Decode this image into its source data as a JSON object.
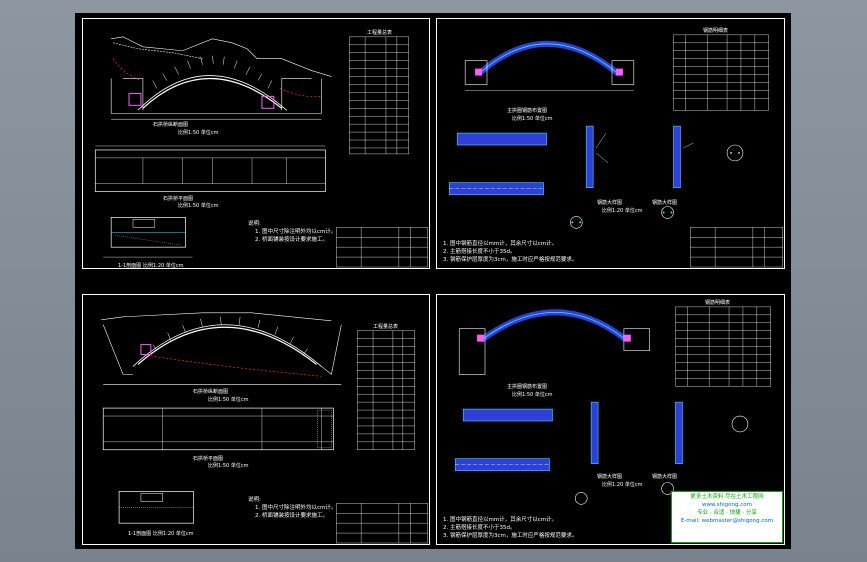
{
  "viewer": {
    "background": "#848d97"
  },
  "colors": {
    "line": "#ffffff",
    "cyan": "#39e6ff",
    "magenta": "#ff5cff",
    "blue": "#2f3fd8",
    "red": "#ff3030",
    "green": "#35ff35",
    "yellow": "#ffff40"
  },
  "sheet_top_left": {
    "main_view_label": "石拱桥纵断面图",
    "main_view_scale": "比例1:50  单位cm",
    "plan_label": "石拱桥平面图",
    "plan_scale": "比例1:50  单位cm",
    "section_label": "1-1剖面图",
    "section_scale": "比例1:20  单位cm",
    "table_title": "工程量总表",
    "notes_title": "说明:",
    "notes": [
      "1. 图中尺寸除注明外均以cm计。",
      "2. 桥面铺装按设计要求施工。"
    ]
  },
  "sheet_top_right": {
    "arch_label": "主拱圈钢筋布置图",
    "arch_scale": "比例1:50  单位cm",
    "rebar_table_title": "钢筋明细表",
    "detail_label_1": "钢筋大样图",
    "detail_label_2": "钢筋大样图",
    "detail_scale": "比例1:20  单位cm",
    "notes": [
      "1. 图中钢筋直径以mm计，其余尺寸以cm计。",
      "2. 主筋搭接长度不小于35d。",
      "3. 钢筋保护层厚度为3cm，施工时应严格按规范要求。"
    ]
  },
  "sheet_bottom_left": {
    "main_view_label": "石拱桥纵断面图",
    "main_view_scale": "比例1:50  单位cm",
    "plan_label": "石拱桥平面图",
    "plan_scale": "比例1:50  单位cm",
    "section_label": "1-1剖面图",
    "section_scale": "比例1:20  单位cm",
    "table_title": "工程量总表",
    "notes_title": "说明:",
    "notes": [
      "1. 图中尺寸除注明外均以cm计。",
      "2. 桥面铺装按设计要求施工。"
    ]
  },
  "sheet_bottom_right": {
    "arch_label": "主拱圈钢筋布置图",
    "arch_scale": "比例1:50  单位cm",
    "rebar_table_title": "钢筋明细表",
    "detail_label_1": "钢筋大样图",
    "detail_label_2": "钢筋大样图",
    "detail_scale": "比例1:20  单位cm",
    "notes": [
      "1. 图中钢筋直径以mm计，其余尺寸以cm计。",
      "2. 主筋搭接长度不小于35d。",
      "3. 钢筋保护层厚度为3cm，施工时应严格按规范要求。"
    ]
  },
  "stamp": {
    "line1": "更多土木资料 尽在土木工程网",
    "line2": "www.shigong.com",
    "line3": "专业 · 合适 · 快捷 · 分享",
    "line4": "E-mail: webmaster@shigong.com"
  }
}
